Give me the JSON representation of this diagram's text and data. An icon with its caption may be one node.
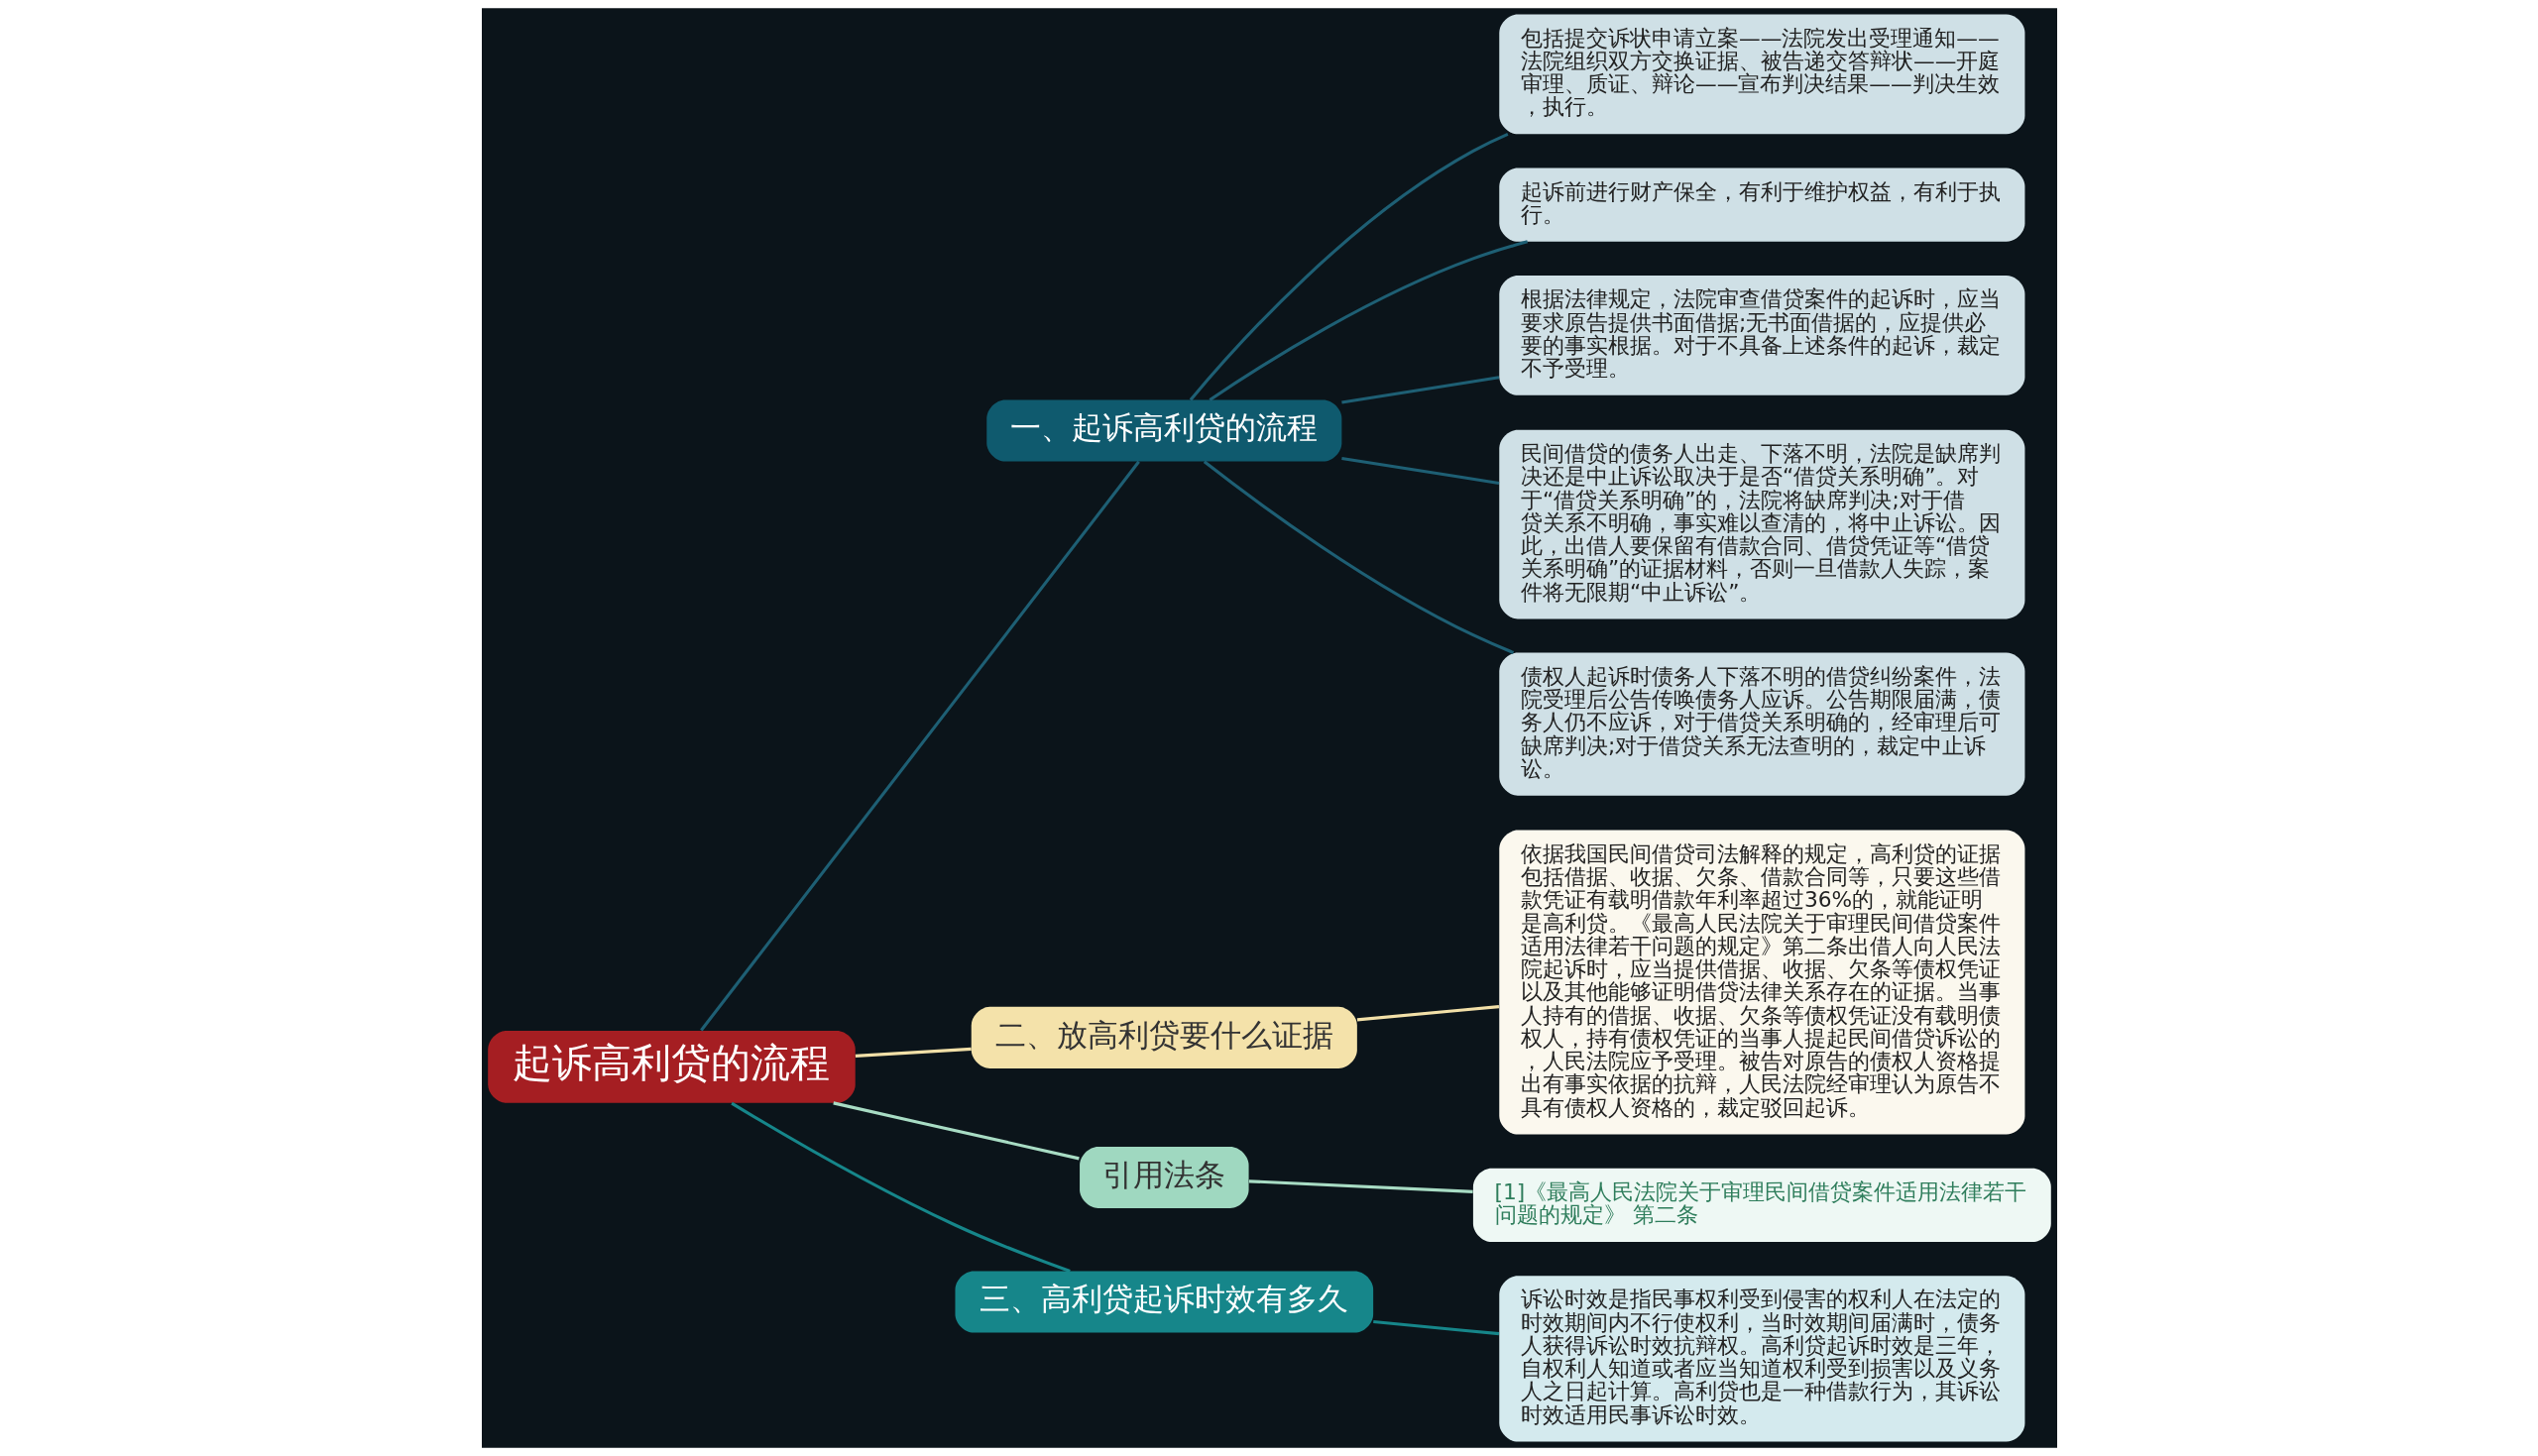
{
  "diagram": {
    "nodes": [
      {
        "text": [
          "起诉高利贷的流程"
        ]
      },
      {
        "text": [
          "一、起诉高利贷的流程"
        ]
      },
      {
        "text": [
          "包括提交诉状申请立案——法院发出受理通知——法院组织双方交换证据、被告递交答辩状——开庭审理、质证、辩论——宣布判决结果——判决生效，执行。"
        ]
      },
      {
        "text": [
          "起诉前进行财产保全，有利于维护权益，有利于执行。"
        ]
      },
      {
        "text": [
          "根据法律规定，法院审查借贷案件的起诉时，应当要求原告提供书面借据;无书面借据的，应提供必要的事实根据。对于不具备上述条件的起诉，裁定不予受理。"
        ]
      },
      {
        "text": [
          "民间借贷的债务人出走、下落不明，法院是缺席判决还是中止诉讼取决于是否“借贷关系明确”。对于“借贷关系明确”的，法院将缺席判决;对于借贷关系不明确，事实难以查清的，将中止诉讼。因此，出借人要保留有借款合同、借贷凭证等“借贷关系明确”的证据材料，否则一旦借款人失踪，案件将无限期“中止诉讼”。"
        ]
      },
      {
        "text": [
          "债权人起诉时债务人下落不明的借贷纠纷案件，法院受理后公告传唤债务人应诉。公告期限届满，债务人仍不应诉，对于借贷关系明确的，经审理后可缺席判决;对于借贷关系无法查明的，裁定中止诉讼。"
        ]
      },
      {
        "text": [
          "二、放高利贷要什么证据"
        ]
      },
      {
        "text": [
          "依据我国民间借贷司法解释的规定，高利贷的证据包括借据、收据、欠条、借款合同等，只要这些借款凭证有载明借款年利率超过36%的，就能证明是高利贷。《最高人民法院关于审理民间借贷案件适用法律若干问题的规定》第二条出借人向人民法院起诉时，应当提供借据、收据、欠条等债权凭证以及其他能够证明借贷法律关系存在的证据。当事人持有的借据、收据、欠条等债权凭证没有载明债权人，持有债权凭证的当事人提起民间借贷诉讼的，人民法院应予受理。被告对原告的债权人资格提出有事实依据的抗辩，人民法院经审理认为原告不具有债权人资格的，裁定驳回起诉。"
        ]
      },
      {
        "text": [
          "引用法条"
        ]
      },
      {
        "text": [
          "[1]《最高人民法院关于审理民间借贷案件适用法律若干问题的规定》 第二条"
        ]
      },
      {
        "text": [
          "三、高利贷起诉时效有多久"
        ]
      },
      {
        "text": [
          "诉讼时效是指民事权利受到侵害的权利人在法定的时效期间内不行使权利，当时效期间届满时，债务人获得诉讼时效抗辩权。高利贷起诉时效是三年，自权利人知道或者应当知道权利受到损害以及义务人之日起计算。高利贷也是一种借款行为，其诉讼时效适用民事诉讼时效。"
        ]
      }
    ],
    "edges": [
      {
        "from": 0,
        "to": 1,
        "arrow": "none"
      },
      {
        "from": 1,
        "to": 2,
        "arrow": "none"
      },
      {
        "from": 1,
        "to": 3,
        "arrow": "none"
      },
      {
        "from": 1,
        "to": 4,
        "arrow": "none"
      },
      {
        "from": 1,
        "to": 5,
        "arrow": "none"
      },
      {
        "from": 1,
        "to": 6,
        "arrow": "none"
      },
      {
        "from": 0,
        "to": 7,
        "arrow": "none",
        "color": "#f2e0a8"
      },
      {
        "from": 7,
        "to": 8,
        "arrow": "none",
        "color": "#f2e0a8"
      },
      {
        "from": 0,
        "to": 9,
        "arrow": "none",
        "color": "#a8dcc4"
      },
      {
        "from": 9,
        "to": 10,
        "arrow": "none",
        "color": "#a8dcc4"
      },
      {
        "from": 0,
        "to": 11,
        "arrow": "none",
        "color": "#16868a"
      },
      {
        "from": 11,
        "to": 12,
        "arrow": "none",
        "color": "#16868a"
      }
    ]
  }
}
